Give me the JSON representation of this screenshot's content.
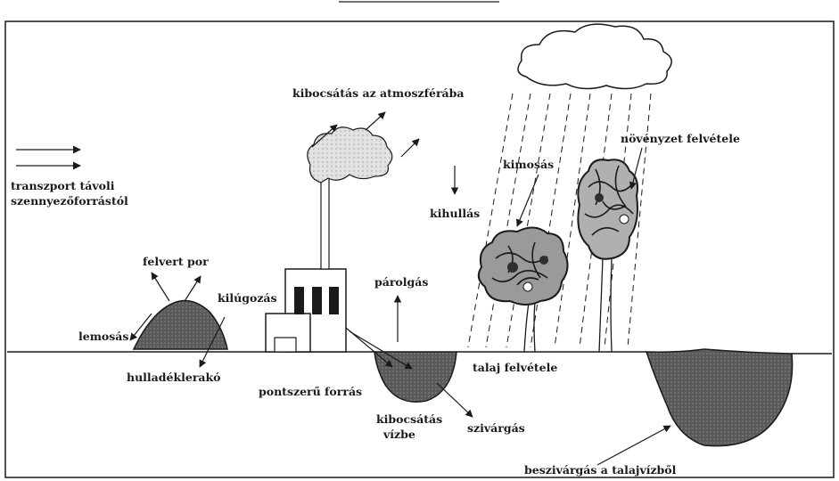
{
  "labels": {
    "transport": [
      "transzport távoli",
      "szennyezőforrástól"
    ],
    "atmosphere": "kibocsátás az atmoszférába",
    "washout": "kimosás",
    "plant_uptake": "növényzet felvétele",
    "fallout": "kihullás",
    "dust": "felvert por",
    "leaching": "kilúgozás",
    "runoff": "lemosás",
    "landfill": "hulladéklerakó",
    "evaporation": "párolgás",
    "point_source": "pontszerű forrás",
    "soil_uptake": "talaj felvétele",
    "water_emission": [
      "kibocsátás",
      "vízbe"
    ],
    "seepage": "szivárgás",
    "groundwater": "beszivárgás a talajvízből"
  },
  "colors": {
    "ink": "#1a1a1a",
    "dark_fill": "#2f2f2f",
    "pond_fill": "#6e6e6e",
    "smoke_fill": "#e0e0e0",
    "foliage_fill": "#9a9a9a"
  }
}
